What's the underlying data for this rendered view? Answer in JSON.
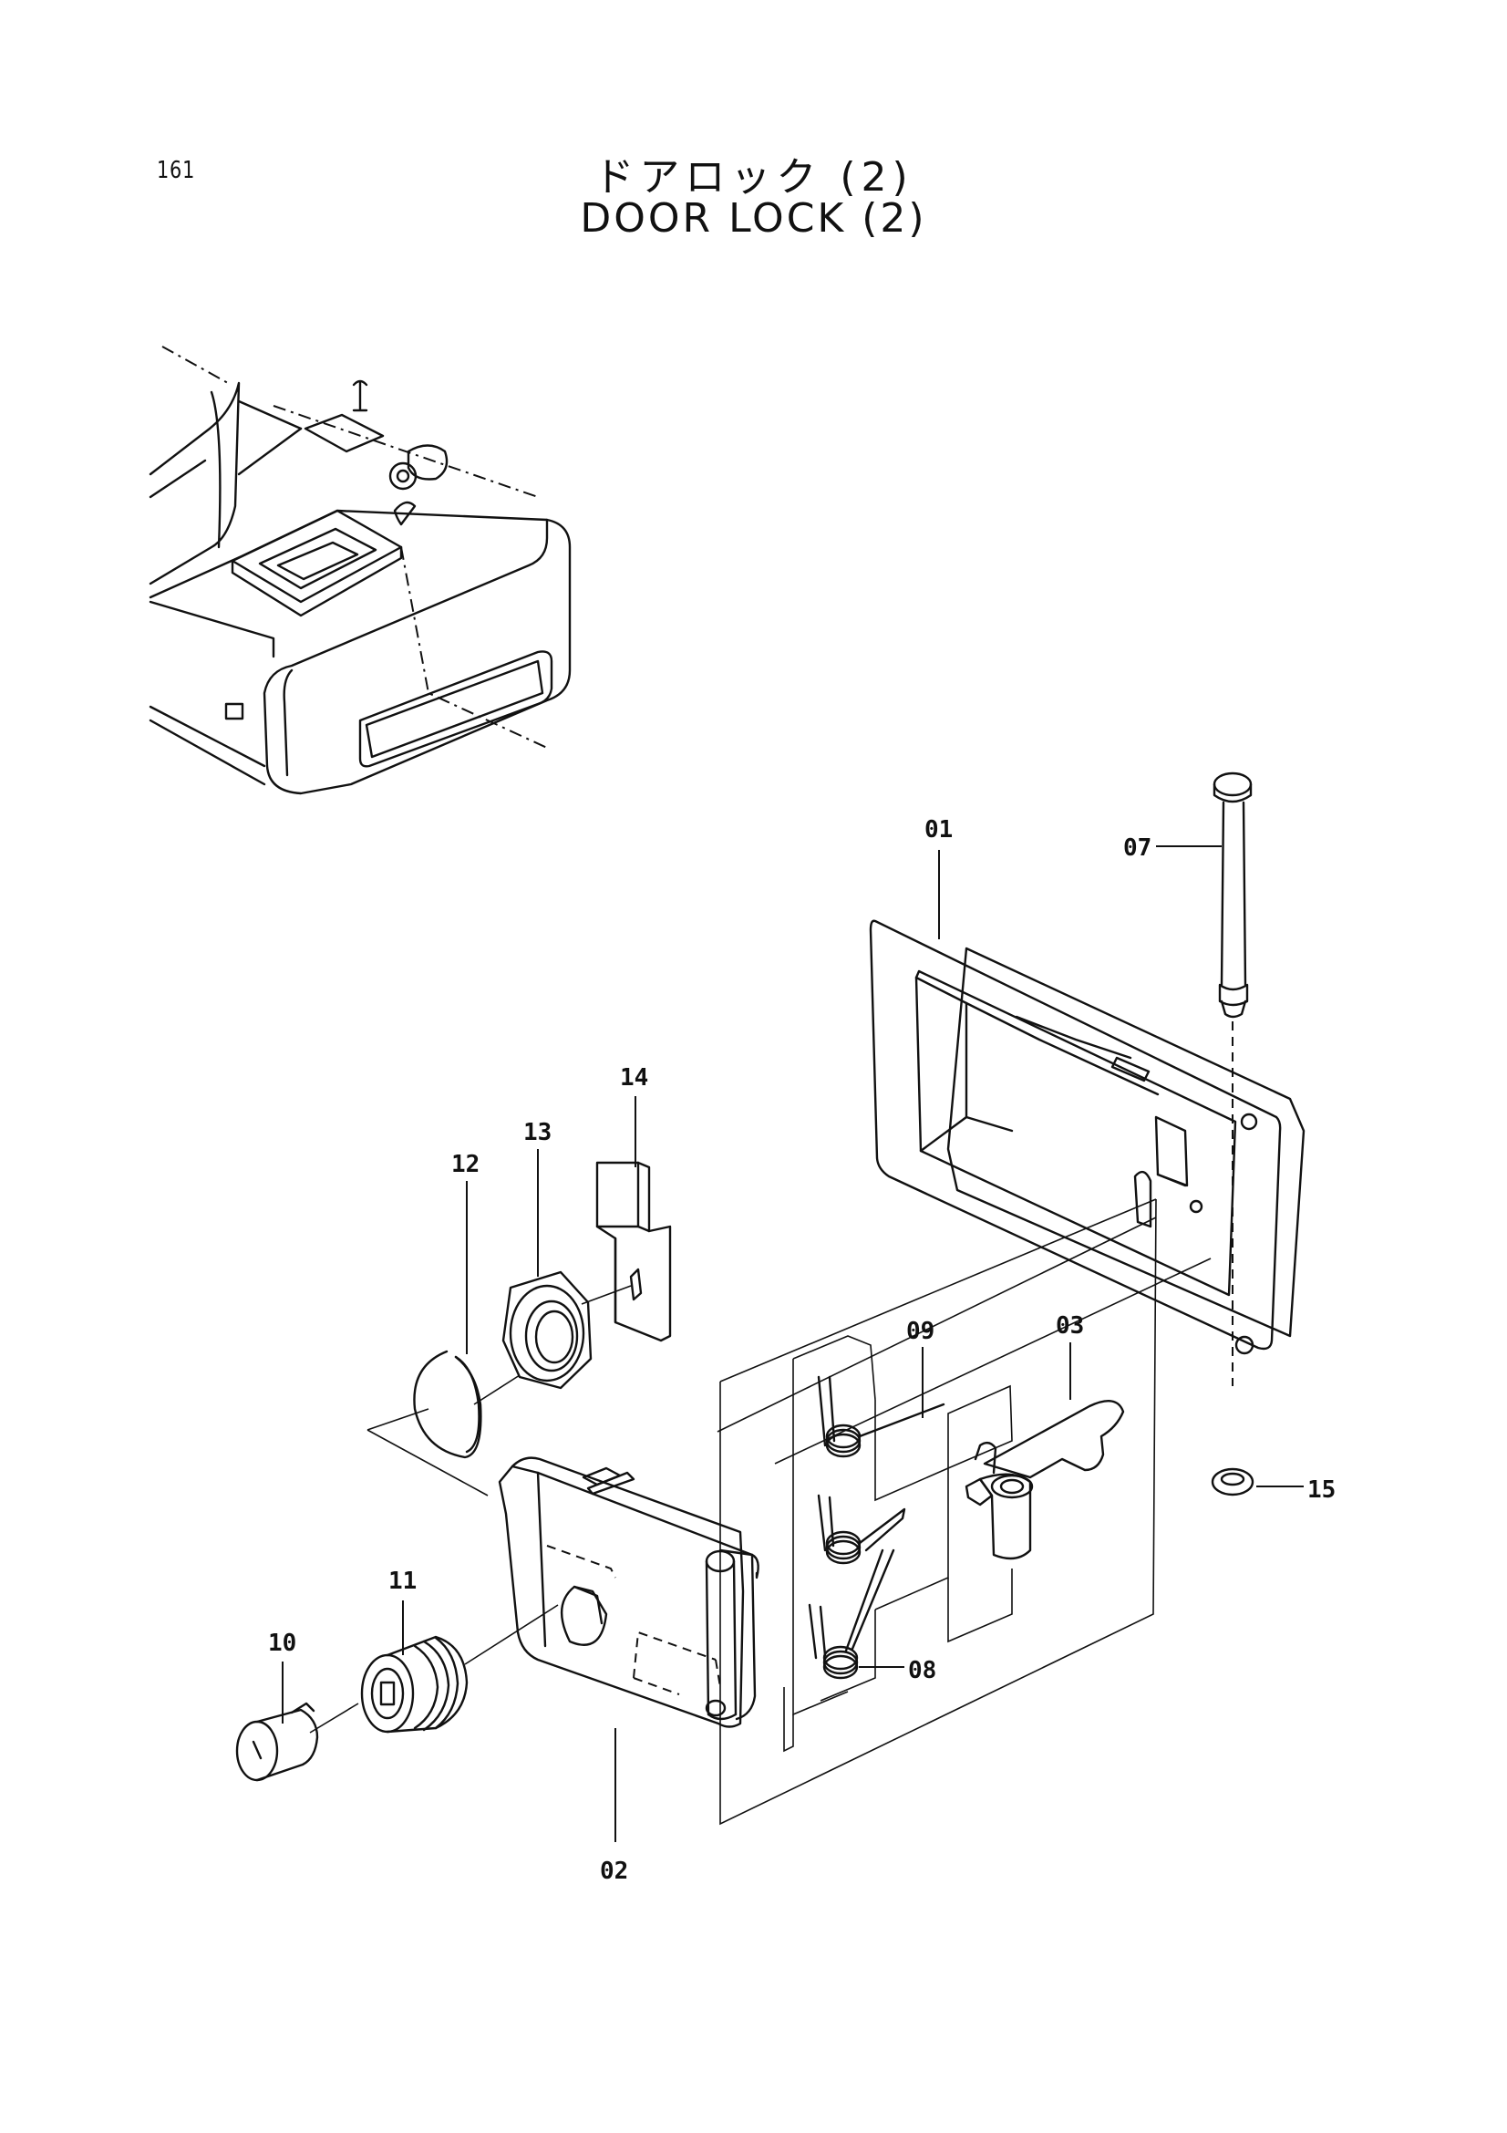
{
  "page": {
    "number": "161",
    "title_jp": "ドアロック (2)",
    "title_en": "DOOR LOCK (2)"
  },
  "callouts": {
    "p01": "01",
    "p02": "02",
    "p03": "03",
    "p07": "07",
    "p08": "08",
    "p09": "09",
    "p10": "10",
    "p11": "11",
    "p12": "12",
    "p13": "13",
    "p14": "14",
    "p15": "15"
  }
}
